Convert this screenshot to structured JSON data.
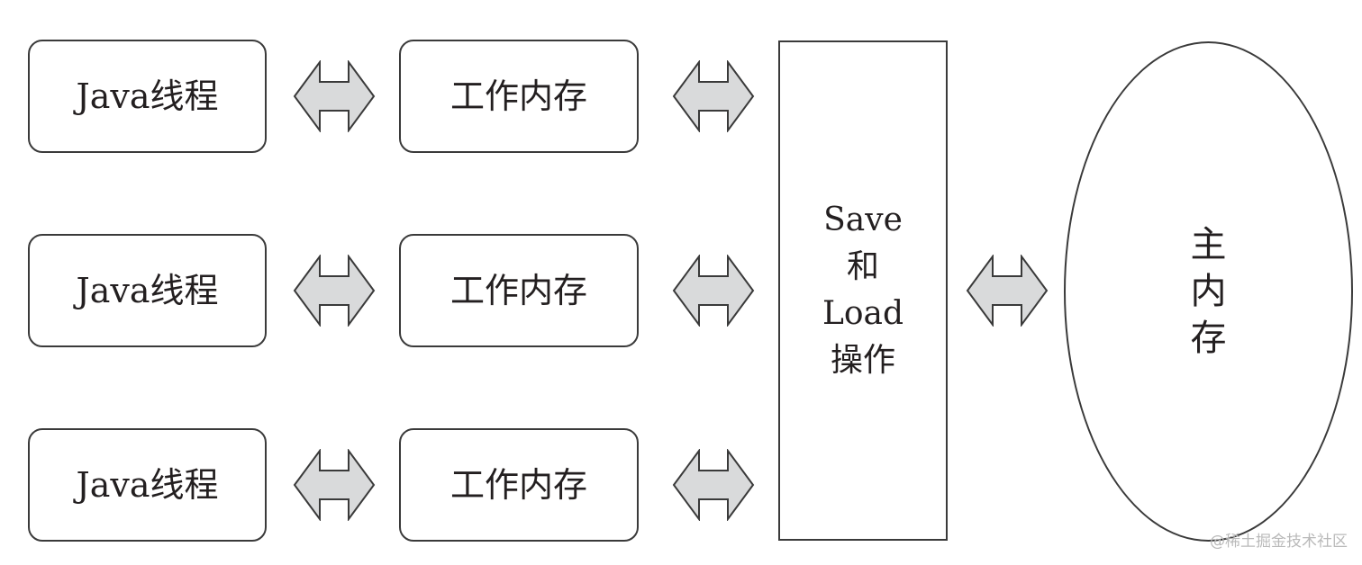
{
  "threads": [
    {
      "label": "Java线程"
    },
    {
      "label": "Java线程"
    },
    {
      "label": "Java线程"
    }
  ],
  "working_memories": [
    {
      "label": "工作内存"
    },
    {
      "label": "工作内存"
    },
    {
      "label": "工作内存"
    }
  ],
  "save_load": {
    "lines": [
      "Save",
      "和",
      "Load",
      "操作"
    ]
  },
  "main_memory": {
    "chars": [
      "主",
      "内",
      "存"
    ]
  },
  "arrows": [
    {
      "icon": "double-arrow-icon",
      "fill": "#d9dadb"
    }
  ],
  "watermark": "@稀土掘金技术社区"
}
